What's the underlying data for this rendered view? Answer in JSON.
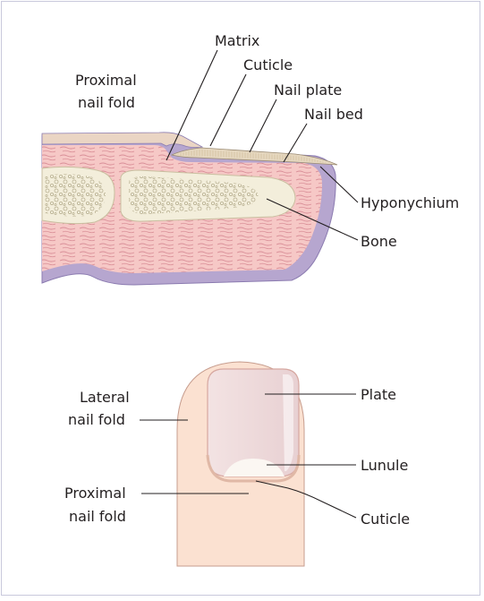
{
  "top_diagram": {
    "labels": {
      "matrix": "Matrix",
      "cuticle": "Cuticle",
      "nail_plate": "Nail plate",
      "nail_bed": "Nail bed",
      "proximal_nail_fold_line1": "Proximal",
      "proximal_nail_fold_line2": "nail fold",
      "hyponychium": "Hyponychium",
      "bone": "Bone"
    }
  },
  "bottom_diagram": {
    "labels": {
      "lateral_nail_fold_line1": "Lateral",
      "lateral_nail_fold_line2": "nail fold",
      "proximal_nail_fold_line1": "Proximal",
      "proximal_nail_fold_line2": "nail fold",
      "plate": "Plate",
      "lunule": "Lunule",
      "cuticle": "Cuticle"
    }
  },
  "colors": {
    "skin_outer": "#b6a6cf",
    "dermis": "#f6c8c6",
    "dermis_lines": "#d98e97",
    "bone": "#f3eedb",
    "bone_texture": "#b8b091",
    "nail_plate": "#e6d8c0",
    "finger_skin": "#fbe1d1",
    "nail_bottom": "#efe2e2",
    "frame": "#c9c9dc"
  }
}
